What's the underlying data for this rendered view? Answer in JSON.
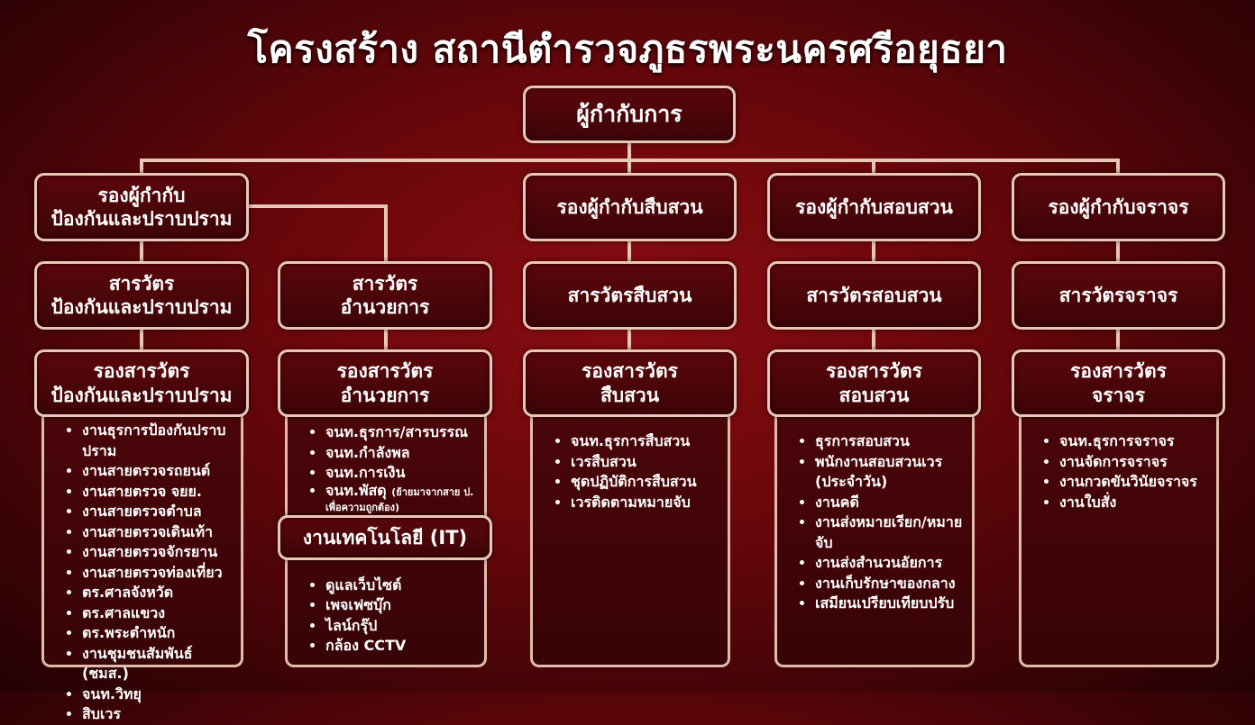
{
  "title": "โครงสร้าง สถานีตำรวจภูธรพระนครศรีอยุธยา",
  "colors": {
    "background": "#6a070b",
    "box": "#4a0509",
    "border": "#e9c7b6"
  },
  "top": "ผู้กำกับการ",
  "columns": [
    {
      "deputy": "รองผู้กำกับ\nป้องกันและปราบปราม",
      "inspector": "สารวัตร\nป้องกันและปราบปราม",
      "sub": "รองสารวัตร\nป้องกันและปราบปราม",
      "items": [
        "งานธุรการป้องกันปราบปราม",
        "งานสายตรวจรถยนต์",
        "งานสายตรวจ จยย.",
        "งานสายตรวจตำบล",
        "งานสายตรวจเดินเท้า",
        "งานสายตรวจจักรยาน",
        "งานสายตรวจท่องเที่ยว",
        "ตร.ศาลจังหวัด",
        "ตร.ศาลแขวง",
        "ตร.พระตำหนัก",
        "งานชุมชนสัมพันธ์ (ชมส.)",
        "จนท.วิทยุ",
        "สิบเวร"
      ]
    },
    {
      "inspector": "สารวัตร\nอำนวยการ",
      "sub": "รองสารวัตร\nอำนวยการ",
      "items": [
        "จนท.ธุรการ/สารบรรณ",
        "จนท.กำลังพล",
        "จนท.การเงิน",
        "จนท.พัสดุ"
      ],
      "item_note": "(ย้ายมาจากสาย ป. เพื่อความถูกต้อง)",
      "it_title": "งานเทคโนโลยี (IT)",
      "it_items": [
        "ดูแลเว็บไซต์",
        "เพจเฟซบุ๊ก",
        "ไลน์กรุ๊ป",
        "กล้อง CCTV"
      ]
    },
    {
      "deputy": "รองผู้กำกับสืบสวน",
      "inspector": "สารวัตรสืบสวน",
      "sub": "รองสารวัตร\nสืบสวน",
      "items": [
        "จนท.ธุรการสืบสวน",
        "เวรสืบสวน",
        "ชุดปฏิบัติการสืบสวน",
        "เวรติดตามหมายจับ"
      ]
    },
    {
      "deputy": "รองผู้กำกับสอบสวน",
      "inspector": "สารวัตรสอบสวน",
      "sub": "รองสารวัตร\nสอบสวน",
      "items": [
        "ธุรการสอบสวน",
        "พนักงานสอบสวนเวร (ประจำวัน)",
        "งานคดี",
        "งานส่งหมายเรียก/หมายจับ",
        "งานส่งสำนวนอัยการ",
        "งานเก็บรักษาของกลาง",
        "เสมียนเปรียบเทียบปรับ"
      ]
    },
    {
      "deputy": "รองผู้กำกับจราจร",
      "inspector": "สารวัตรจราจร",
      "sub": "รองสารวัตร\nจราจร",
      "items": [
        "จนท.ธุรการจราจร",
        "งานจัดการจราจร",
        "งานกวดขันวินัยจราจร",
        "งานใบสั่ง"
      ]
    }
  ]
}
